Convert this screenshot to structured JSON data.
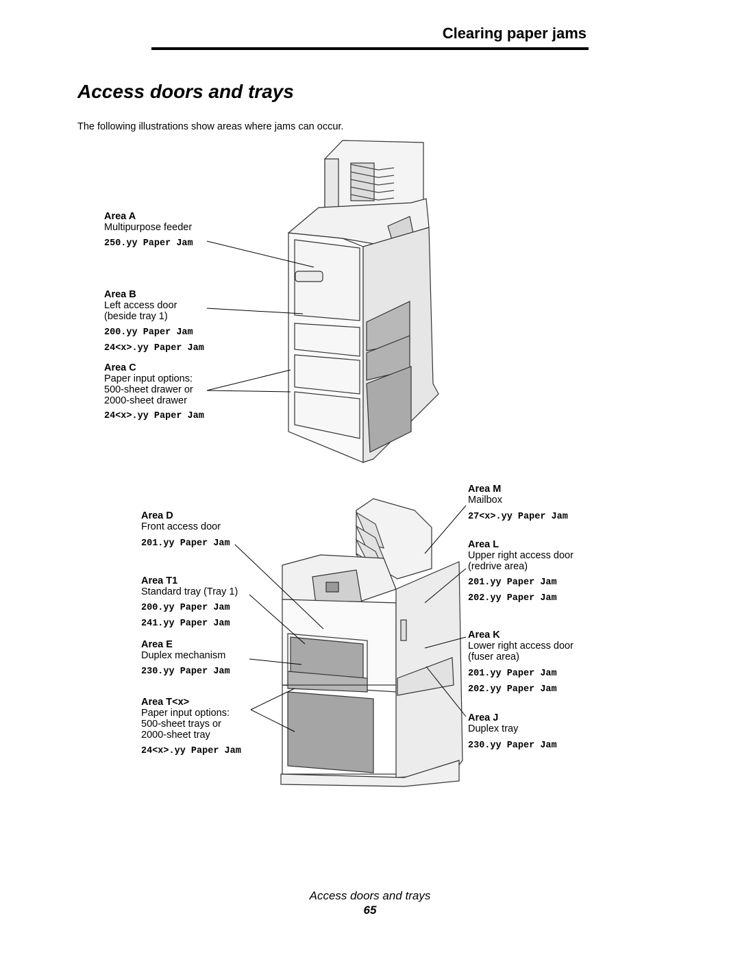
{
  "header": {
    "section_title": "Clearing paper jams"
  },
  "page": {
    "title": "Access doors and trays",
    "intro": "The following illustrations show areas where jams can occur."
  },
  "figure1": {
    "area_a": {
      "heading": "Area A",
      "desc": [
        "Multipurpose feeder"
      ],
      "codes": [
        "250.yy Paper Jam"
      ]
    },
    "area_b": {
      "heading": "Area B",
      "desc": [
        "Left access door",
        "(beside tray 1)"
      ],
      "codes": [
        "200.yy Paper Jam",
        "24<x>.yy Paper Jam"
      ]
    },
    "area_c": {
      "heading": "Area C",
      "desc": [
        "Paper input options:",
        "500-sheet drawer or",
        "2000-sheet drawer"
      ],
      "codes": [
        "24<x>.yy Paper Jam"
      ]
    }
  },
  "figure2": {
    "area_d": {
      "heading": "Area D",
      "desc": [
        "Front access door"
      ],
      "codes": [
        "201.yy Paper Jam"
      ]
    },
    "area_t1": {
      "heading": "Area T1",
      "desc": [
        "Standard tray (Tray 1)"
      ],
      "codes": [
        "200.yy Paper Jam",
        "241.yy Paper Jam"
      ]
    },
    "area_e": {
      "heading": "Area E",
      "desc": [
        "Duplex mechanism"
      ],
      "codes": [
        "230.yy Paper Jam"
      ]
    },
    "area_tx": {
      "heading": "Area T<x>",
      "desc": [
        "Paper input options:",
        "500-sheet trays or",
        "2000-sheet tray"
      ],
      "codes": [
        "24<x>.yy Paper Jam"
      ]
    },
    "area_m": {
      "heading": "Area M",
      "desc": [
        "Mailbox"
      ],
      "codes": [
        "27<x>.yy Paper Jam"
      ]
    },
    "area_l": {
      "heading": "Area L",
      "desc": [
        "Upper right access door",
        "(redrive area)"
      ],
      "codes": [
        "201.yy Paper Jam",
        "202.yy Paper Jam"
      ]
    },
    "area_k": {
      "heading": "Area K",
      "desc": [
        "Lower right access door",
        "(fuser area)"
      ],
      "codes": [
        "201.yy Paper Jam",
        "202.yy Paper Jam"
      ]
    },
    "area_j": {
      "heading": "Area J",
      "desc": [
        "Duplex tray"
      ],
      "codes": [
        "230.yy Paper Jam"
      ]
    }
  },
  "footer": {
    "section": "Access doors and trays",
    "page_number": "65"
  }
}
